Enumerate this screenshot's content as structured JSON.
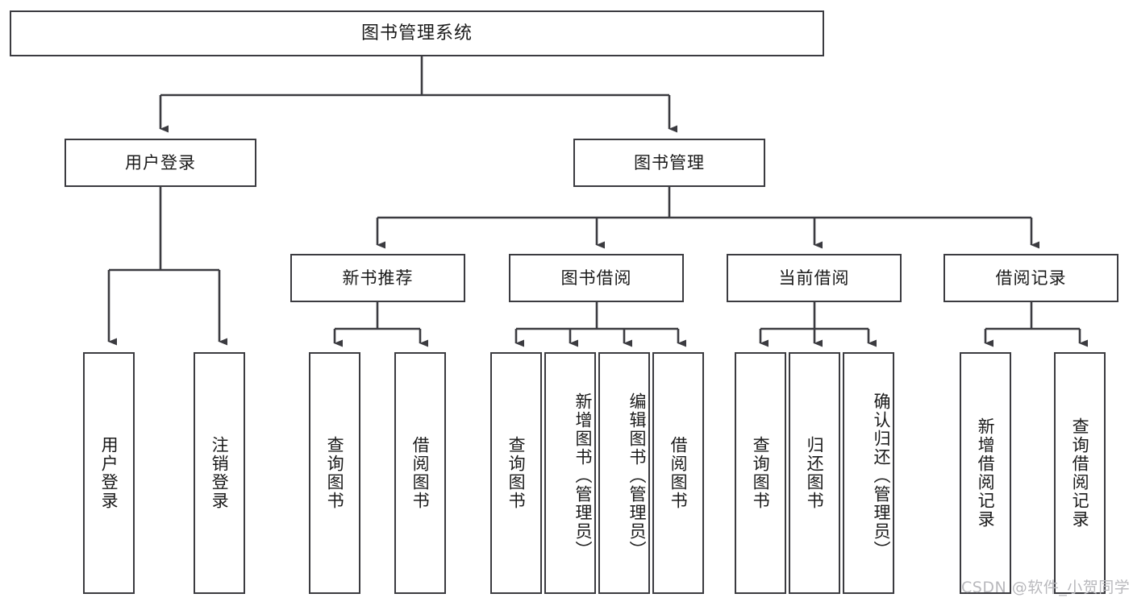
{
  "diagram": {
    "title": "图书管理系统",
    "type": "tree",
    "orientation": "top-down",
    "root": {
      "id": "root",
      "label": "图书管理系统"
    },
    "level1": [
      {
        "id": "user-login",
        "label": "用户登录"
      },
      {
        "id": "book-manage",
        "label": "图书管理"
      }
    ],
    "level2": [
      {
        "id": "new-book-recommend",
        "label": "新书推荐",
        "parent": "book-manage"
      },
      {
        "id": "book-borrow",
        "label": "图书借阅",
        "parent": "book-manage"
      },
      {
        "id": "current-borrow",
        "label": "当前借阅",
        "parent": "book-manage"
      },
      {
        "id": "borrow-record",
        "label": "借阅记录",
        "parent": "book-manage"
      }
    ],
    "leaves": {
      "user-login": [
        {
          "id": "leaf-user-login",
          "label": "用户登录"
        },
        {
          "id": "leaf-user-logout",
          "label": "注销登录"
        }
      ],
      "new-book-recommend": [
        {
          "id": "leaf-query-book-1",
          "label": "查询图书"
        },
        {
          "id": "leaf-borrow-book-1",
          "label": "借阅图书"
        }
      ],
      "book-borrow": [
        {
          "id": "leaf-query-book-2",
          "label": "查询图书"
        },
        {
          "id": "leaf-add-book",
          "label": "新增图书（管理员）"
        },
        {
          "id": "leaf-edit-book",
          "label": "编辑图书（管理员）"
        },
        {
          "id": "leaf-borrow-book-2",
          "label": "借阅图书"
        }
      ],
      "current-borrow": [
        {
          "id": "leaf-query-book-3",
          "label": "查询图书"
        },
        {
          "id": "leaf-return-book",
          "label": "归还图书"
        },
        {
          "id": "leaf-confirm-return",
          "label": "确认归还（管理员）"
        }
      ],
      "borrow-record": [
        {
          "id": "leaf-add-record",
          "label": "新增借阅记录"
        },
        {
          "id": "leaf-query-record",
          "label": "查询借阅记录"
        }
      ]
    },
    "watermark": "CSDN @软件_小贺同学",
    "colors": {
      "stroke": "#3b3b40",
      "background": "#ffffff",
      "text": "#1a1a1a",
      "watermark": "#b9b9bd"
    }
  }
}
